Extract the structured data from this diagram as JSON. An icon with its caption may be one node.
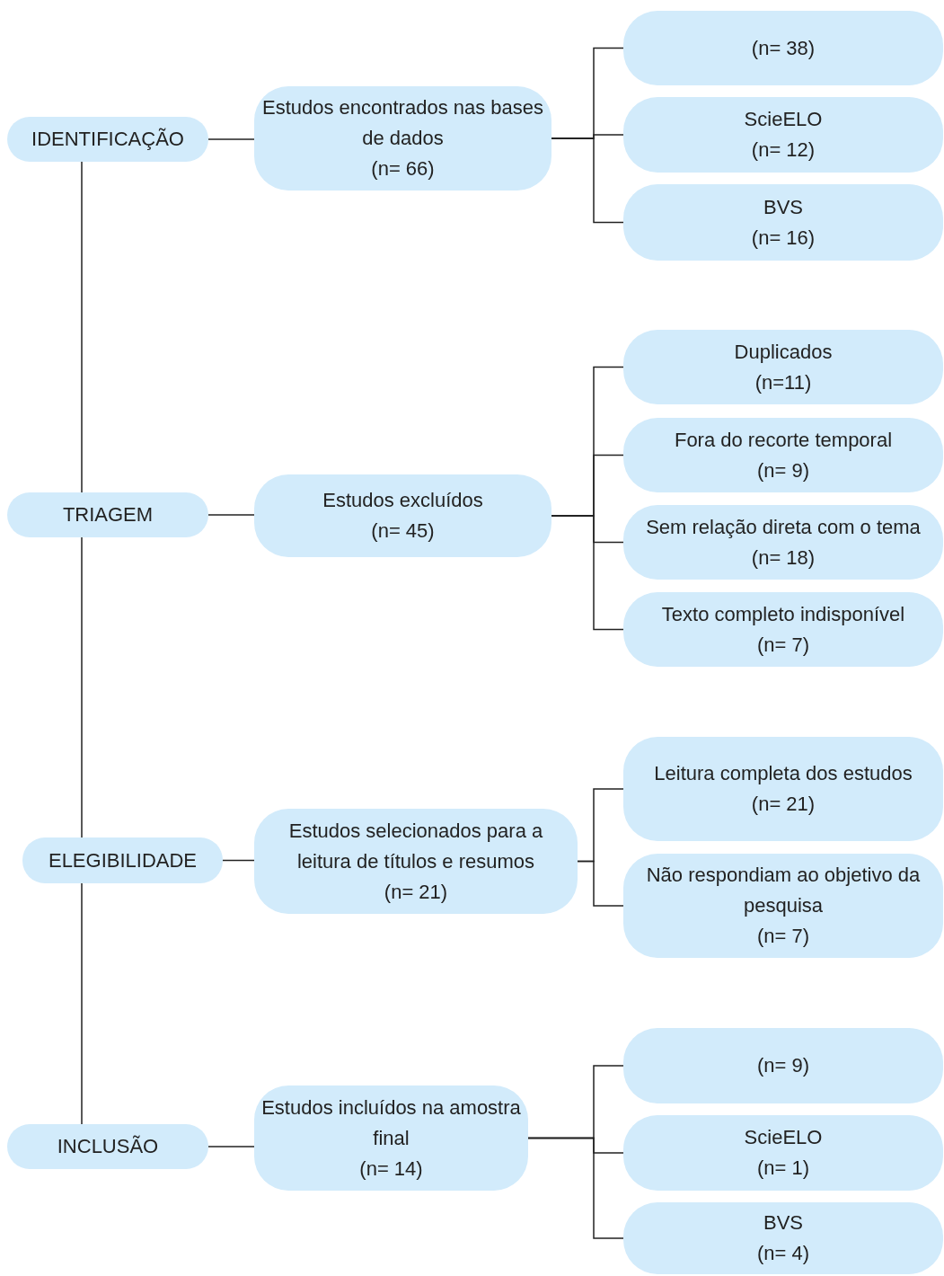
{
  "diagram": {
    "nodes": [
      {
        "text": [
          "IDENTIFICAÇÃO"
        ]
      },
      {
        "text": [
          "Estudos encontrados nas bases de dados",
          "(n= 66)"
        ]
      },
      {
        "text": [
          "(n= 38)"
        ]
      },
      {
        "text": [
          "ScieELO",
          "(n= 12)"
        ]
      },
      {
        "text": [
          "BVS",
          "(n= 16)"
        ]
      },
      {
        "text": [
          "TRIAGEM"
        ]
      },
      {
        "text": [
          "Estudos excluídos",
          "(n= 45)"
        ]
      },
      {
        "text": [
          "Duplicados",
          "(n=11)"
        ]
      },
      {
        "text": [
          "Fora do recorte temporal",
          "(n= 9)"
        ]
      },
      {
        "text": [
          "Sem relação direta com o tema",
          "(n= 18)"
        ]
      },
      {
        "text": [
          "Texto completo indisponível",
          "(n= 7)"
        ]
      },
      {
        "text": [
          "ELEGIBILIDADE"
        ]
      },
      {
        "text": [
          "Estudos selecionados para a leitura de títulos e resumos",
          "(n= 21)"
        ]
      },
      {
        "text": [
          "Leitura completa dos estudos",
          "(n= 21)"
        ]
      },
      {
        "text": [
          "Não respondiam ao objetivo da pesquisa",
          "(n= 7)"
        ]
      },
      {
        "text": [
          "INCLUSÃO"
        ]
      },
      {
        "text": [
          "Estudos incluídos na amostra final",
          "(n= 14)"
        ]
      },
      {
        "text": [
          "(n= 9)"
        ]
      },
      {
        "text": [
          "ScieELO",
          "(n= 1)"
        ]
      },
      {
        "text": [
          "BVS",
          "(n= 4)"
        ]
      }
    ],
    "edges": [
      {
        "from": 0,
        "to": 5,
        "arrow": "none"
      },
      {
        "from": 5,
        "to": 11,
        "arrow": "none"
      },
      {
        "from": 11,
        "to": 15,
        "arrow": "none"
      },
      {
        "from": 0,
        "to": 1,
        "arrow": "none"
      },
      {
        "from": 1,
        "to": 2,
        "arrow": "none"
      },
      {
        "from": 1,
        "to": 3,
        "arrow": "none"
      },
      {
        "from": 1,
        "to": 4,
        "arrow": "none"
      },
      {
        "from": 5,
        "to": 6,
        "arrow": "none"
      },
      {
        "from": 6,
        "to": 7,
        "arrow": "none"
      },
      {
        "from": 6,
        "to": 8,
        "arrow": "none"
      },
      {
        "from": 6,
        "to": 9,
        "arrow": "none"
      },
      {
        "from": 6,
        "to": 10,
        "arrow": "none"
      },
      {
        "from": 11,
        "to": 12,
        "arrow": "none"
      },
      {
        "from": 12,
        "to": 13,
        "arrow": "none"
      },
      {
        "from": 12,
        "to": 14,
        "arrow": "none"
      },
      {
        "from": 15,
        "to": 16,
        "arrow": "none"
      },
      {
        "from": 16,
        "to": 17,
        "arrow": "none"
      },
      {
        "from": 16,
        "to": 18,
        "arrow": "none"
      },
      {
        "from": 16,
        "to": 19,
        "arrow": "none"
      }
    ]
  }
}
